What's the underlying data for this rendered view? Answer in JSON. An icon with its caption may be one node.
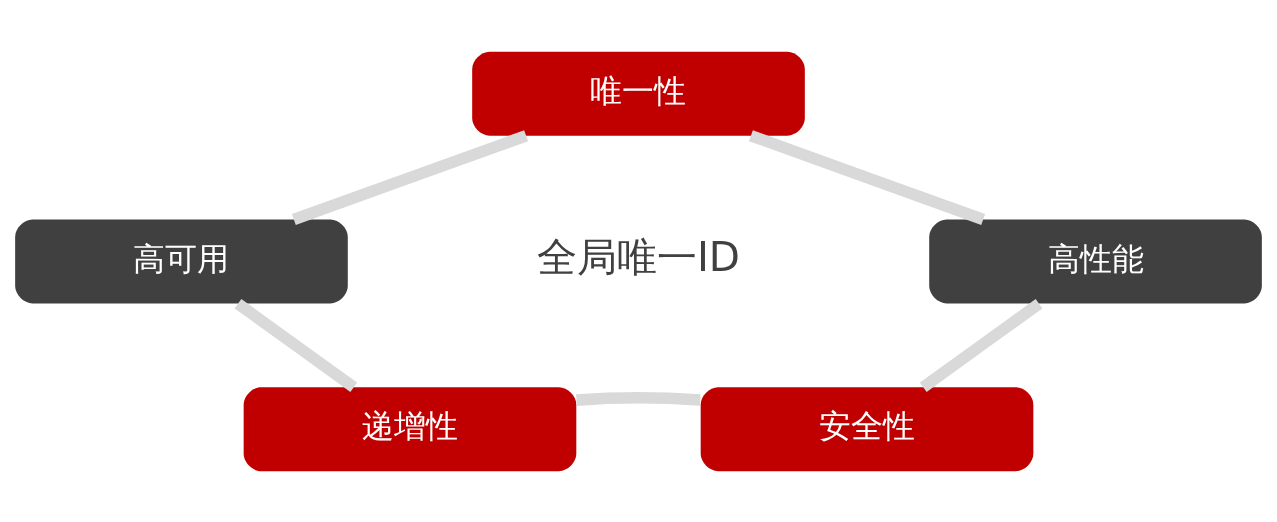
{
  "diagram": {
    "nodes": [
      {
        "text": [
          "唯一性"
        ]
      },
      {
        "text": [
          "高可用"
        ]
      },
      {
        "text": [
          "高性能"
        ]
      },
      {
        "text": [
          "递增性"
        ]
      },
      {
        "text": [
          "安全性"
        ]
      }
    ],
    "edges": [
      {
        "from": 0,
        "to": 2,
        "arrow": "none"
      },
      {
        "from": 2,
        "to": 4,
        "arrow": "none"
      },
      {
        "from": 4,
        "to": 3,
        "arrow": "none"
      },
      {
        "from": 3,
        "to": 1,
        "arrow": "none"
      },
      {
        "from": 1,
        "to": 0,
        "arrow": "none"
      }
    ],
    "labels": [
      "全局唯一ID"
    ]
  }
}
